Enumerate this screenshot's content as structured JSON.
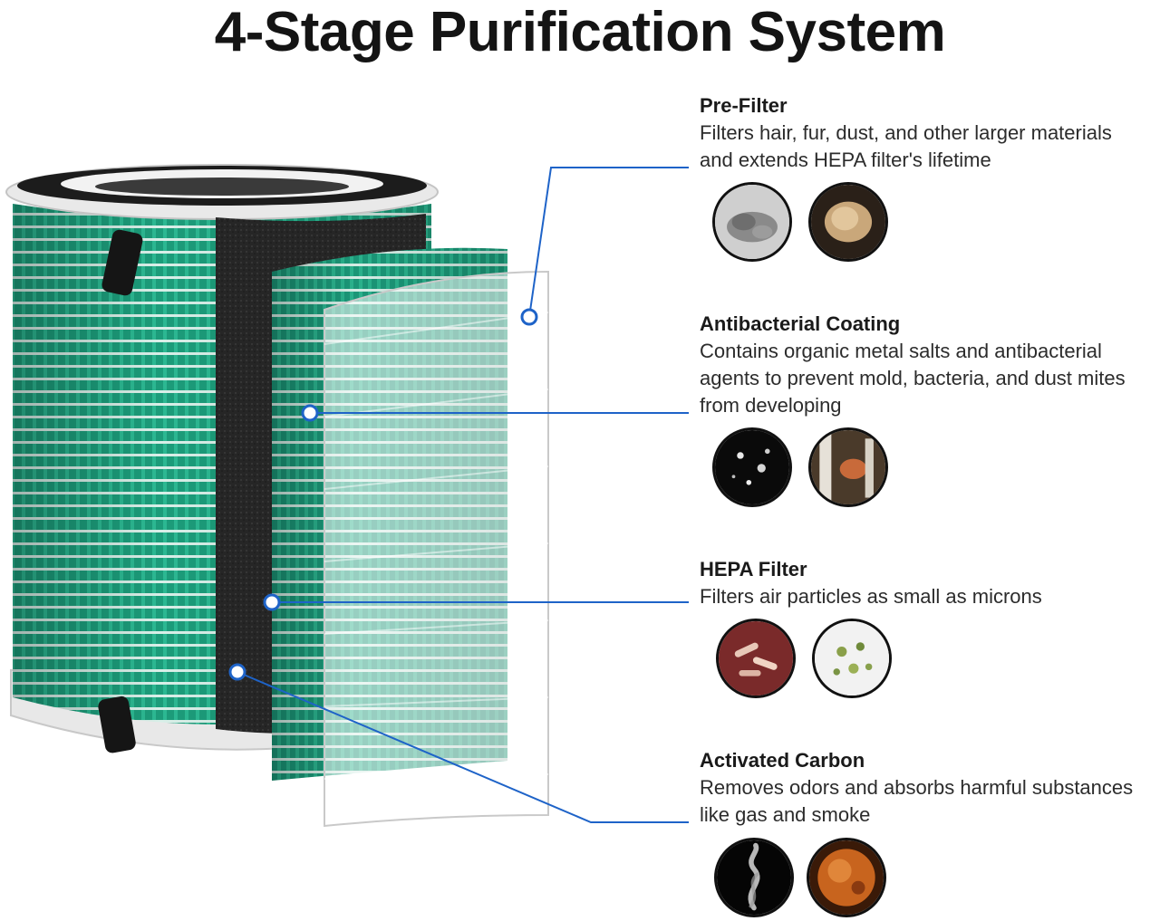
{
  "title": "4-Stage Purification System",
  "colors": {
    "accent": "#1e63c8",
    "filter_green": "#1fa07e",
    "carbon": "#232323",
    "frame": "#e6e6e6"
  },
  "stages": [
    {
      "name": "Pre-Filter",
      "lines": [
        "Filters hair, fur, dust, and other larger materials",
        "and extends HEPA filter's lifetime"
      ],
      "images": [
        "dust-photo",
        "fur-photo"
      ]
    },
    {
      "name": "Antibacterial Coating",
      "lines": [
        "Contains organic metal salts and antibacterial",
        "agents to prevent mold, bacteria, and dust mites",
        "from developing"
      ],
      "images": [
        "mold-spores-photo",
        "dust-mite-photo"
      ]
    },
    {
      "name": "HEPA Filter",
      "lines": [
        "Filters air particles as small as microns"
      ],
      "images": [
        "bacteria-photo",
        "pollen-photo"
      ]
    },
    {
      "name": "Activated Carbon",
      "lines": [
        "Removes odors and absorbs harmful substances",
        "like gas and smoke"
      ],
      "images": [
        "smoke-photo",
        "odor-particle-photo"
      ]
    }
  ]
}
